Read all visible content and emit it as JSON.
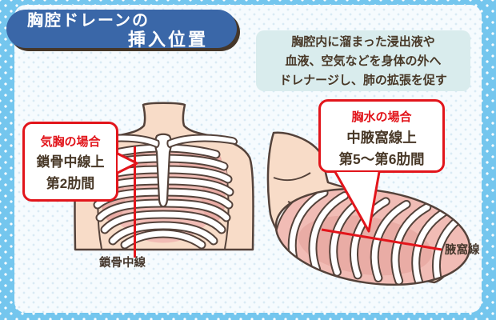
{
  "title": {
    "line1": "胸腔ドレーンの",
    "line2": "挿入位置"
  },
  "description_box": {
    "line1": "胸腔内に溜まった浸出液や",
    "line2": "血液、空気などを身体の外へ",
    "line3": "ドレナージし、肺の拡張を促す"
  },
  "annotations": {
    "pneumothorax": {
      "heading": "気胸の場合",
      "line1": "鎖骨中線上",
      "line2": "第2肋間"
    },
    "pleural_effusion": {
      "heading": "胸水の場合",
      "line1": "中腋窩線上",
      "line2": "第5〜第6肋間"
    }
  },
  "labels": {
    "midclavicular_line": "鎖骨中線",
    "axillary_line": "腋窩線"
  },
  "colors": {
    "frame_blue": "#74c6ee",
    "panel_bg": "#f6fbfe",
    "title_pill_blue": "#3a67a8",
    "accent_red": "#e2151b",
    "description_bg": "#d9eced",
    "skin": "#f8dcc8",
    "outline_brown": "#54423a",
    "lung_pink": "#f1bcb5",
    "lung_pink_deep": "#e9aca5",
    "text_dark": "#483827"
  }
}
